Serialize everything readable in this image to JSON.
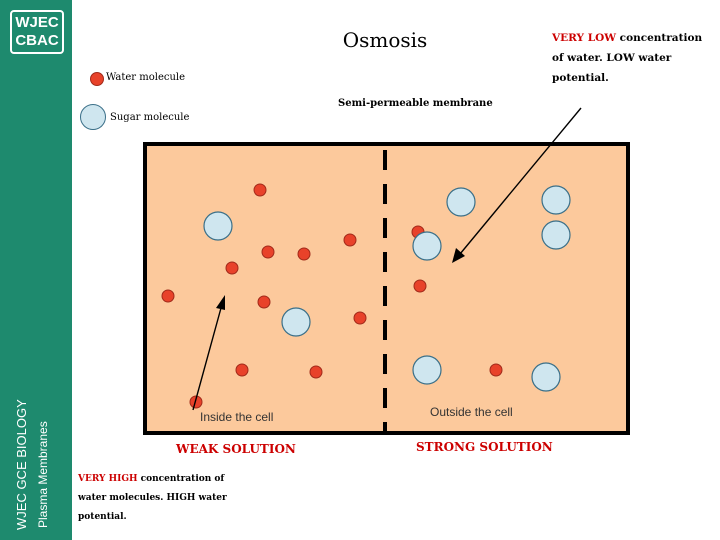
{
  "logo": {
    "line1": "WJEC",
    "line2": "CBAC"
  },
  "sidebar": {
    "course": "WJEC GCE BIOLOGY",
    "topic": "Plasma Membranes"
  },
  "title": "Osmosis",
  "corner_note": {
    "highlight": "VERY LOW",
    "rest": " concentration of water. LOW water potential."
  },
  "legend": {
    "water": "Water molecule",
    "sugar": "Sugar molecule"
  },
  "membrane_label": "Semi-permeable membrane",
  "inside_label": "Inside the cell",
  "outside_label": "Outside the cell",
  "weak_solution": "WEAK SOLUTION",
  "strong_solution": "STRONG SOLUTION",
  "bottom_note": {
    "highlight": "VERY HIGH",
    "rest": " concentration of water molecules. HIGH water potential."
  },
  "colors": {
    "water": "#e8422a",
    "sugar": "#cfe6ef",
    "box": "#fcc99c",
    "sidebar": "#1e8a6e",
    "accent": "#cc0000"
  }
}
